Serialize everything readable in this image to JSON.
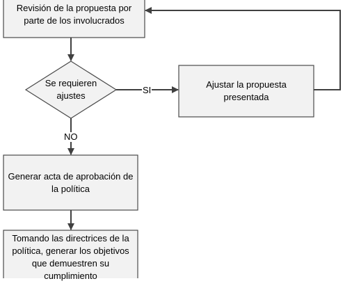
{
  "diagram": {
    "type": "flowchart",
    "colors": {
      "box_fill": "#f2f2f2",
      "box_stroke": "#4a4a4a",
      "line": "#404040",
      "background": "#ffffff"
    },
    "nodes": {
      "review": {
        "shape": "rectangle",
        "label": "Revisión de la propuesta por\nparte de los involucrados"
      },
      "decision": {
        "shape": "diamond",
        "label": "Se requieren\najustes"
      },
      "adjust": {
        "shape": "rectangle",
        "label": "Ajustar la propuesta\npresentada"
      },
      "approval": {
        "shape": "rectangle",
        "label": "Generar acta de aprobación de\nla política"
      },
      "objectives": {
        "shape": "rectangle",
        "label": "Tomando las directrices de la\npolítica, generar los objetivos\nque demuestren su\ncumplimiento"
      }
    },
    "edges": {
      "review_to_decision": {
        "from": "review",
        "to": "decision",
        "label": ""
      },
      "decision_yes": {
        "from": "decision",
        "to": "adjust",
        "label": "SI"
      },
      "decision_no": {
        "from": "decision",
        "to": "approval",
        "label": "NO"
      },
      "adjust_to_review": {
        "from": "adjust",
        "to": "review",
        "label": ""
      },
      "approval_to_objectives": {
        "from": "approval",
        "to": "objectives",
        "label": ""
      }
    }
  }
}
